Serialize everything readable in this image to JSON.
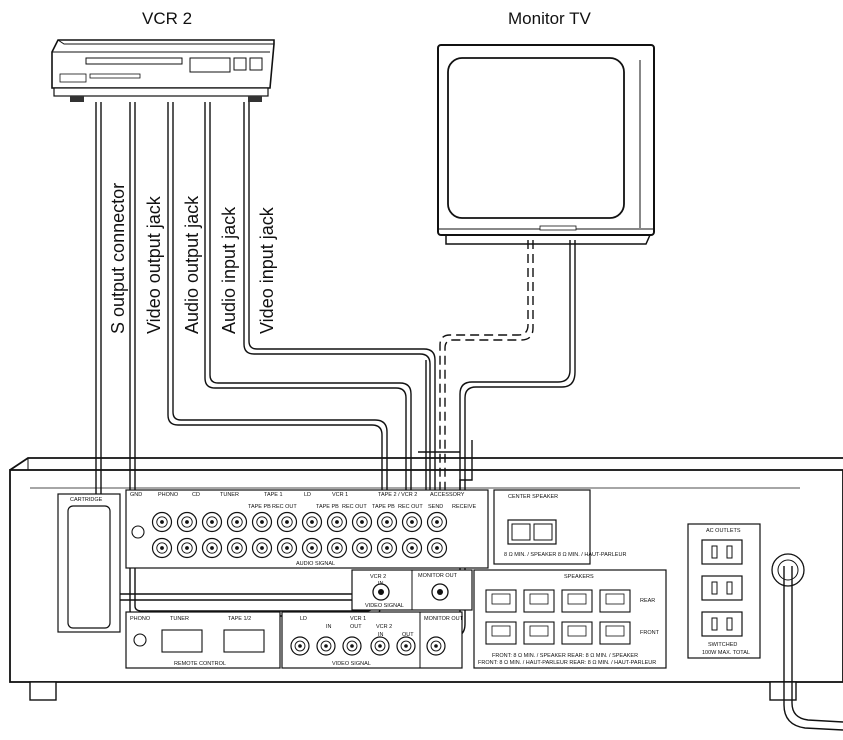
{
  "devices": {
    "vcr2": {
      "title": "VCR 2"
    },
    "monitor": {
      "title": "Monitor TV"
    }
  },
  "cables": [
    {
      "label": "S output connector"
    },
    {
      "label": "Video output jack"
    },
    {
      "label": "Audio output jack"
    },
    {
      "label": "Audio input jack"
    },
    {
      "label": "Video input jack"
    }
  ],
  "receiver": {
    "cartridge_label": "CARTRIDGE",
    "input_group_labels": [
      "GND",
      "PHONO",
      "CD",
      "TUNER",
      "TAPE 1",
      "LD",
      "VCR 1",
      "TAPE 2 / VCR 2",
      "ACCESSORY"
    ],
    "jack_sub_labels": [
      "TAPE PB",
      "REC OUT",
      "TAPE PB",
      "REC OUT",
      "TAPE PB",
      "REC OUT",
      "SEND",
      "RECEIVE"
    ],
    "audio_signal_label": "AUDIO SIGNAL",
    "vcr2_box_label": "VCR 2",
    "vcr2_in_label": "IN",
    "monitor_out_label": "MONITOR OUT",
    "video_signal_label": "VIDEO SIGNAL",
    "remote_labels": [
      "PHONO",
      "TUNER",
      "TAPE 1/2"
    ],
    "remote_control_label": "REMOTE CONTROL",
    "video_labels": [
      "LD",
      "VCR 1",
      "VCR 2"
    ],
    "video_jack_labels": [
      "IN",
      "OUT",
      "IN",
      "OUT"
    ],
    "video_signal_label_2": "VIDEO SIGNAL",
    "monitor_out_label_2": "MONITOR OUT",
    "center_speaker_label": "CENTER SPEAKER",
    "center_note": "8 Ω MIN. / SPEAKER\n8 Ω MIN. / HAUT-PARLEUR",
    "speakers_label": "SPEAKERS",
    "rear_label": "REAR",
    "front_label": "FRONT",
    "speaker_note_1": "FRONT: 8 Ω MIN. / SPEAKER  REAR: 8 Ω MIN. / SPEAKER",
    "speaker_note_2": "FRONT: 8 Ω MIN. / HAUT-PARLEUR  REAR: 8 Ω MIN. / HAUT-PARLEUR",
    "ac_outlets_label": "AC OUTLETS",
    "switched_label": "SWITCHED",
    "ac_note": "100W MAX. TOTAL"
  }
}
